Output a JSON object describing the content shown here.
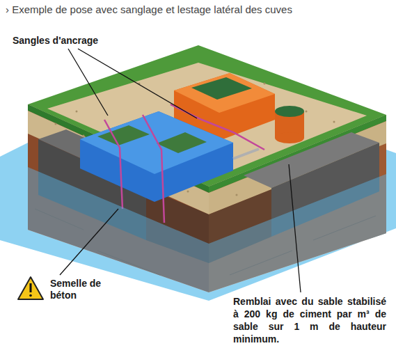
{
  "diagram": {
    "title": "› Exemple de pose avec sanglage et lestage latéral des cuves",
    "labels": [
      "Sangles d'ancrage",
      "Semelle de béton",
      "Remblai avec du sable stabilisé à 200 kg de ciment par m³ de sable sur 1 m de hauteur minimum."
    ]
  }
}
